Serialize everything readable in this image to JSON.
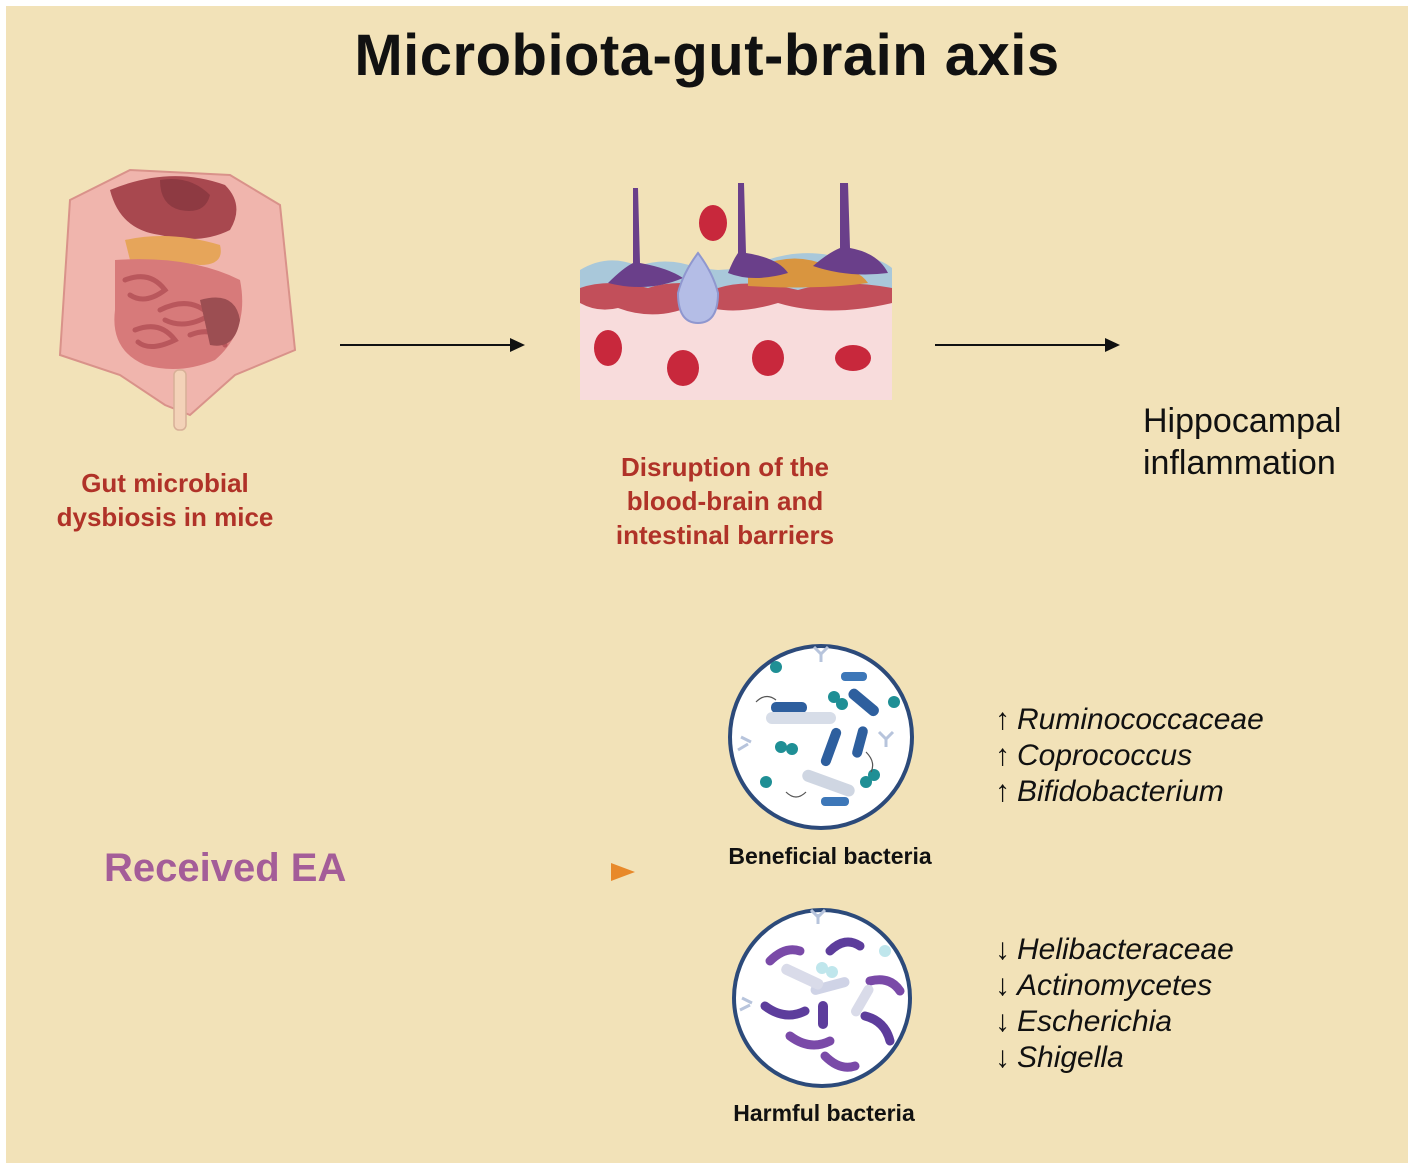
{
  "title": "Microbiota-gut-brain axis",
  "steps": [
    {
      "label_lines": [
        "Gut microbial",
        "dysbiosis in mice"
      ]
    },
    {
      "label_lines": [
        "Disruption of the",
        "blood-brain and",
        "intestinal barriers"
      ]
    },
    {
      "label_lines": [
        "Hippocampal",
        "inflammation"
      ]
    }
  ],
  "treatment": "Received EA",
  "beneficial": {
    "caption": "Beneficial bacteria",
    "direction_symbol": "↑",
    "taxa": [
      "Ruminococcaceae",
      "Coprococcus",
      "Bifidobacterium"
    ]
  },
  "harmful": {
    "caption": "Harmful bacteria",
    "direction_symbol": "↓",
    "taxa": [
      "Helibacteraceae",
      "Actinomycetes",
      "Escherichia",
      "Shigella"
    ]
  },
  "colors": {
    "background": "#f2e2b8",
    "step_label": "#b03228",
    "treatment": "#a45d98",
    "treatment_arrow": "#e8892a",
    "arrow": "#111111",
    "circle_outline": "#2c4a7a"
  }
}
